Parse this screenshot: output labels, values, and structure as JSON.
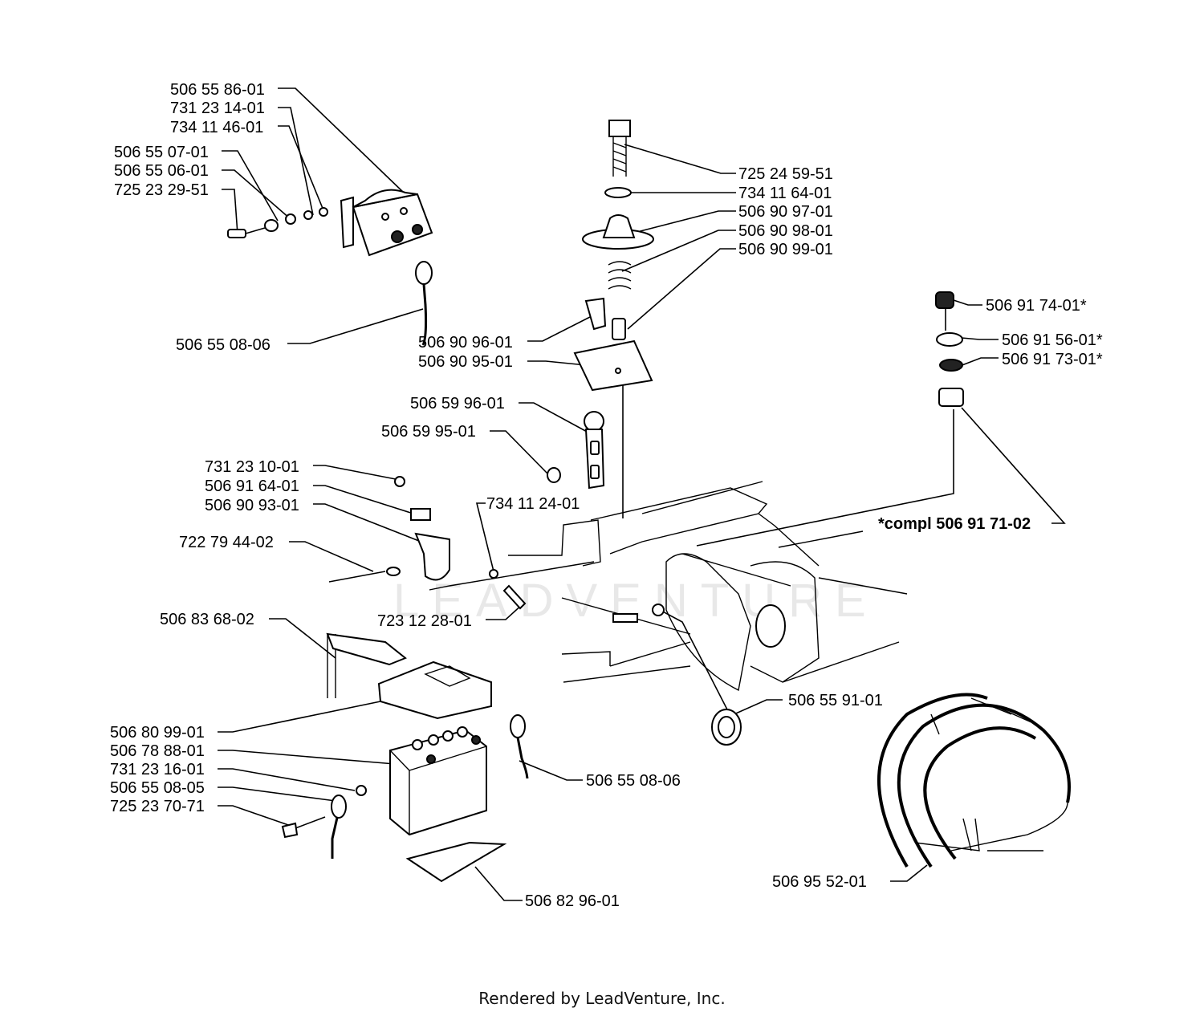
{
  "labels": [
    "506 55 86-01",
    "731 23 14-01",
    "734 11 46-01",
    "506 55 07-01",
    "506 55 06-01",
    "725 23 29-51",
    "506 55 08-06",
    "725 24 59-51",
    "734 11 64-01",
    "506 90 97-01",
    "506 90 98-01",
    "506 90 99-01",
    "506 90 96-01",
    "506 90 95-01",
    "506 59 96-01",
    "506 59 95-01",
    "734 11 24-01",
    "731 23 10-01",
    "506 91 64-01",
    "506 90 93-01",
    "722 79 44-02",
    "723 12 28-01",
    "506 91 74-01*",
    "506 91 56-01*",
    "506 91 73-01*",
    "*compl 506 91 71-02",
    "506 83 68-02",
    "506 55 91-01",
    "506 80 99-01",
    "506 78 88-01",
    "731 23 16-01",
    "506 55 08-05",
    "725 23 70-71",
    "506 55 08-06",
    "506 82 96-01",
    "506 95 52-01"
  ],
  "watermark": "LEADVENTURE",
  "footer": "Rendered by LeadVenture, Inc."
}
